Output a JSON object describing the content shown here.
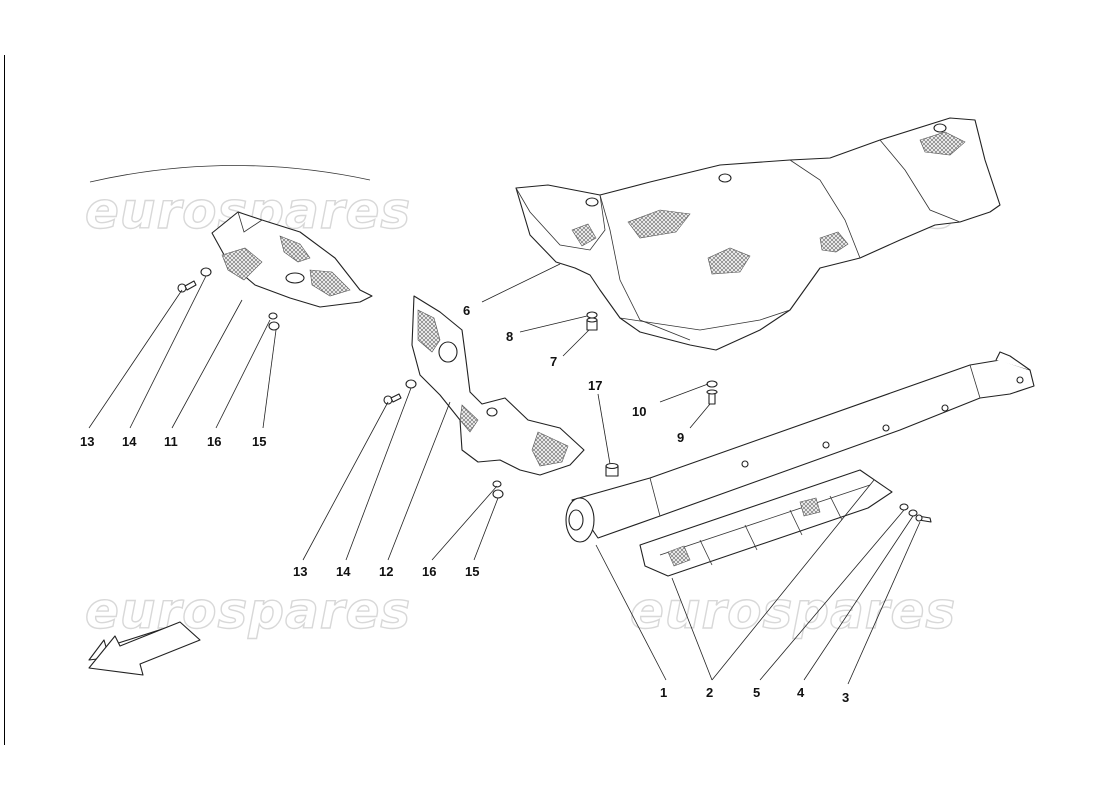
{
  "watermark": {
    "text": "eurospares"
  },
  "callouts": {
    "c1": "1",
    "c2": "2",
    "c3": "3",
    "c4": "4",
    "c5": "5",
    "c6": "6",
    "c7": "7",
    "c8": "8",
    "c9": "9",
    "c10": "10",
    "c11": "11",
    "c12": "12",
    "c13a": "13",
    "c14a": "14",
    "c16a": "16",
    "c15a": "15",
    "c13b": "13",
    "c14b": "14",
    "c16b": "16",
    "c15b": "15",
    "c17": "17"
  }
}
